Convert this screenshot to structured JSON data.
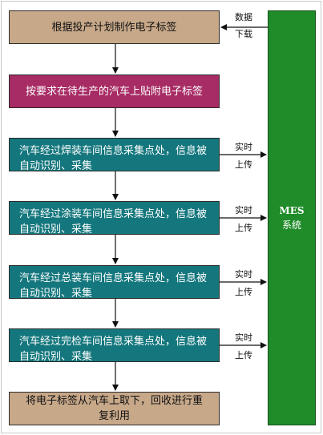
{
  "steps": [
    "根据投产计划制作电子标签",
    "按要求在待生产的汽车上贴附电子标签",
    "汽车经过焊装车间信息采集点处，信息被自动识别、采集",
    "汽车经过涂装车间信息采集点处，信息被自动识别、采集",
    "汽车经过总装车间信息采集点处，信息被自动识别、采集",
    "汽车经过完检车间信息采集点处，信息被自动识别、采集",
    "将电子标签从汽车上取下，回收进行重复利用"
  ],
  "mes": {
    "title": "MES",
    "subtitle": "系统"
  },
  "download": {
    "line1": "数据",
    "line2": "下载"
  },
  "upload": {
    "line1": "实时",
    "line2": "上传"
  },
  "colors": {
    "tan": "#c7a889",
    "magenta": "#a72b64",
    "teal": "#14777d",
    "green": "#1f8b29"
  }
}
